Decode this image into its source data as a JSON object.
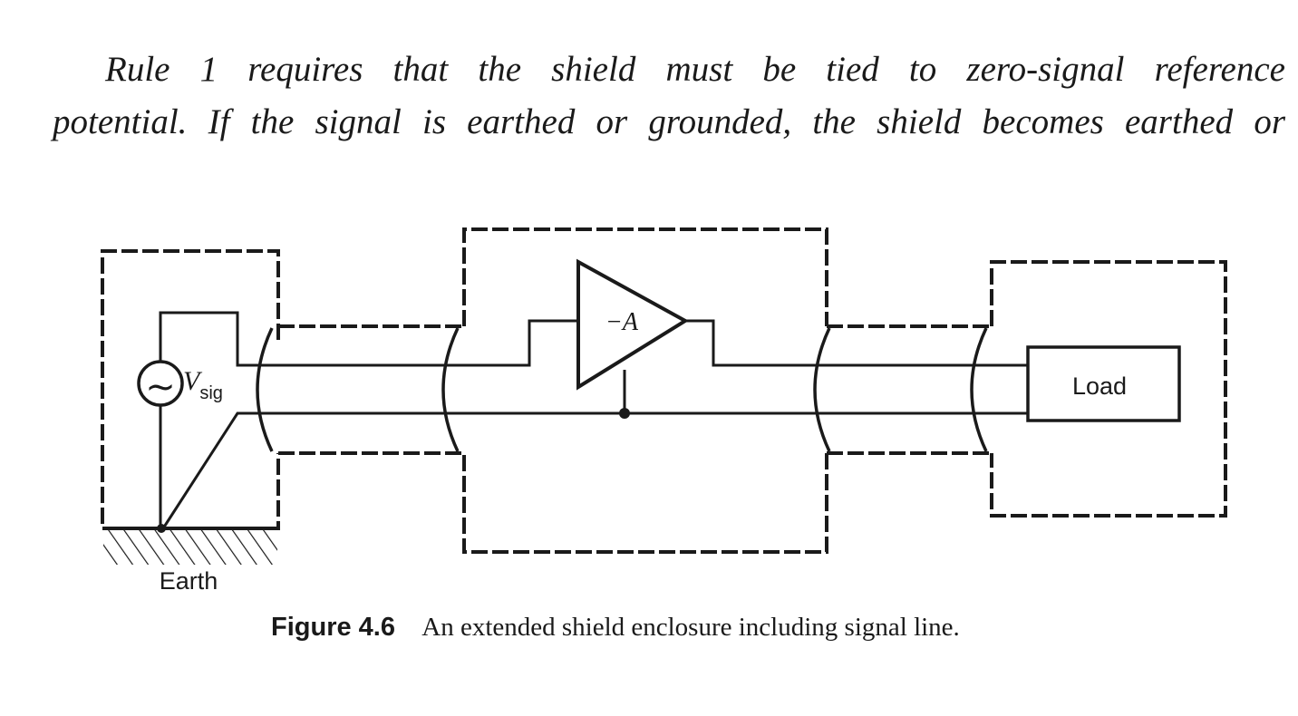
{
  "body_text": {
    "line1": "Rule 1 requires that the shield must be tied to zero-signal reference",
    "line2": "potential. If the signal is earthed or grounded, the shield becomes earthed or"
  },
  "diagram": {
    "source_symbol": "~",
    "source_label_main": "V",
    "source_label_sub": "sig",
    "amplifier_label": "−A",
    "load_label": "Load",
    "earth_label": "Earth"
  },
  "caption": {
    "label": "Figure 4.6",
    "text": "An extended shield enclosure including signal line."
  }
}
